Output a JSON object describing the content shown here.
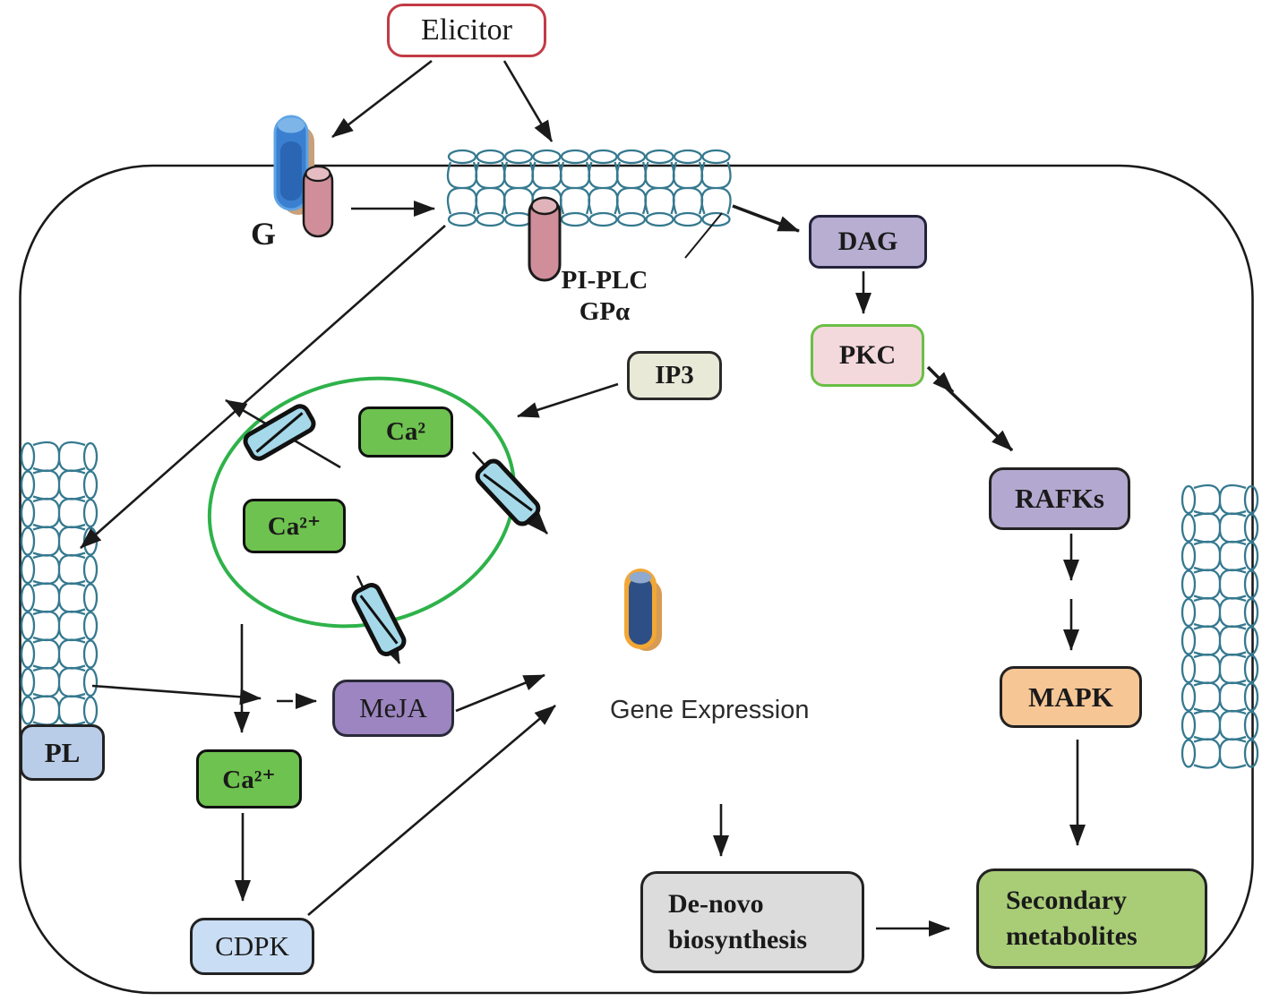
{
  "diagram": {
    "nodes": {
      "elicitor": "Elicitor",
      "g_protein": "G",
      "pi_plc": "PI-PLC",
      "gp_alpha": "GPα",
      "dag": "DAG",
      "pkc": "PKC",
      "ip3": "IP3",
      "ca_store_a": "Ca²",
      "ca_store_b": "Ca²⁺",
      "meja": "MeJA",
      "ca_cytosolic": "Ca²⁺",
      "cdpk": "CDPK",
      "pl": "PL",
      "rafks": "RAFKs",
      "mapk": "MAPK",
      "gene_expression": "Gene Expression",
      "de_novo_line1": "De-novo",
      "de_novo_line2": "biosynthesis",
      "secondary_line1": "Secondary",
      "secondary_line2": "metabolites"
    },
    "colors": {
      "elicitor_border": "#c23b45",
      "dag_fill": "#b7aed2",
      "pkc_fill": "#f4d9dc",
      "pkc_border": "#6abf45",
      "ip3_fill": "#e9e9d8",
      "ca_fill": "#6ec24f",
      "meja_fill": "#9c85c0",
      "cdpk_fill": "#c9ddf4",
      "pl_fill": "#b9cde8",
      "rafks_fill": "#b3a8cf",
      "mapk_fill": "#f6c695",
      "de_novo_fill": "#dcdcdc",
      "secondary_fill": "#a9cc77",
      "organelle_stroke": "#2eb24a",
      "membrane_stroke": "#35798f",
      "channel_fill": "#a5d9e9",
      "receptor_blue": "#3b7fd0",
      "receptor_pink": "#cf8e99",
      "gene_cylinder_blue": "#2e4f86",
      "gene_cylinder_orange": "#f2a735",
      "arrow_color": "#1a1a1a"
    }
  }
}
